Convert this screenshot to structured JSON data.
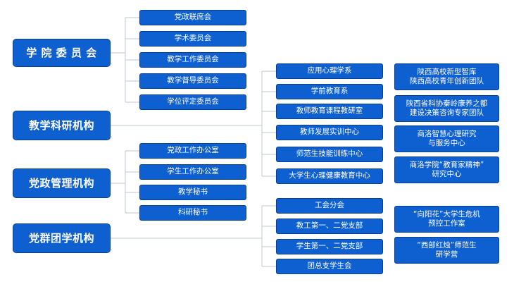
{
  "colors": {
    "box_fill": "#0e5fd0",
    "box_border": "#0a3f8f",
    "connector": "#bfc6d0",
    "text": "#ffffff"
  },
  "main": [
    {
      "label": "学 院 委 员 会"
    },
    {
      "label": "教学科研机构"
    },
    {
      "label": "党政管理机构"
    },
    {
      "label": "党群团学机构"
    }
  ],
  "groups": {
    "council": [
      "党政联席会",
      "学术委员会",
      "教学工作委员会",
      "教学督导委员会",
      "学位评定委员会"
    ],
    "teaching": [
      "应用心理学系",
      "学前教育系",
      "教师教育课程教研室",
      "教师发展实训中心",
      "师范生技能训练中心",
      "大学生心理健康教育中心"
    ],
    "admin": [
      "党政工作办公室",
      "学生工作办公室",
      "教学秘书",
      "科研秘书"
    ],
    "party": [
      "工会分会",
      "教工第一、二党支部",
      "学生第一、二党支部",
      "团总支学生会"
    ]
  },
  "teams": [
    "陕西高校新型智库\n陕西高校青年创新团队",
    "陕西省科协秦岭康养之都\n建设决策咨询专家团队",
    "商洛智慧心理研究\n与服务中心",
    "商洛学院“教育家精神”\n研究中心",
    "“向阳花”大学生危机\n预控工作室",
    "“西部红烛”师范生\n研学营"
  ]
}
